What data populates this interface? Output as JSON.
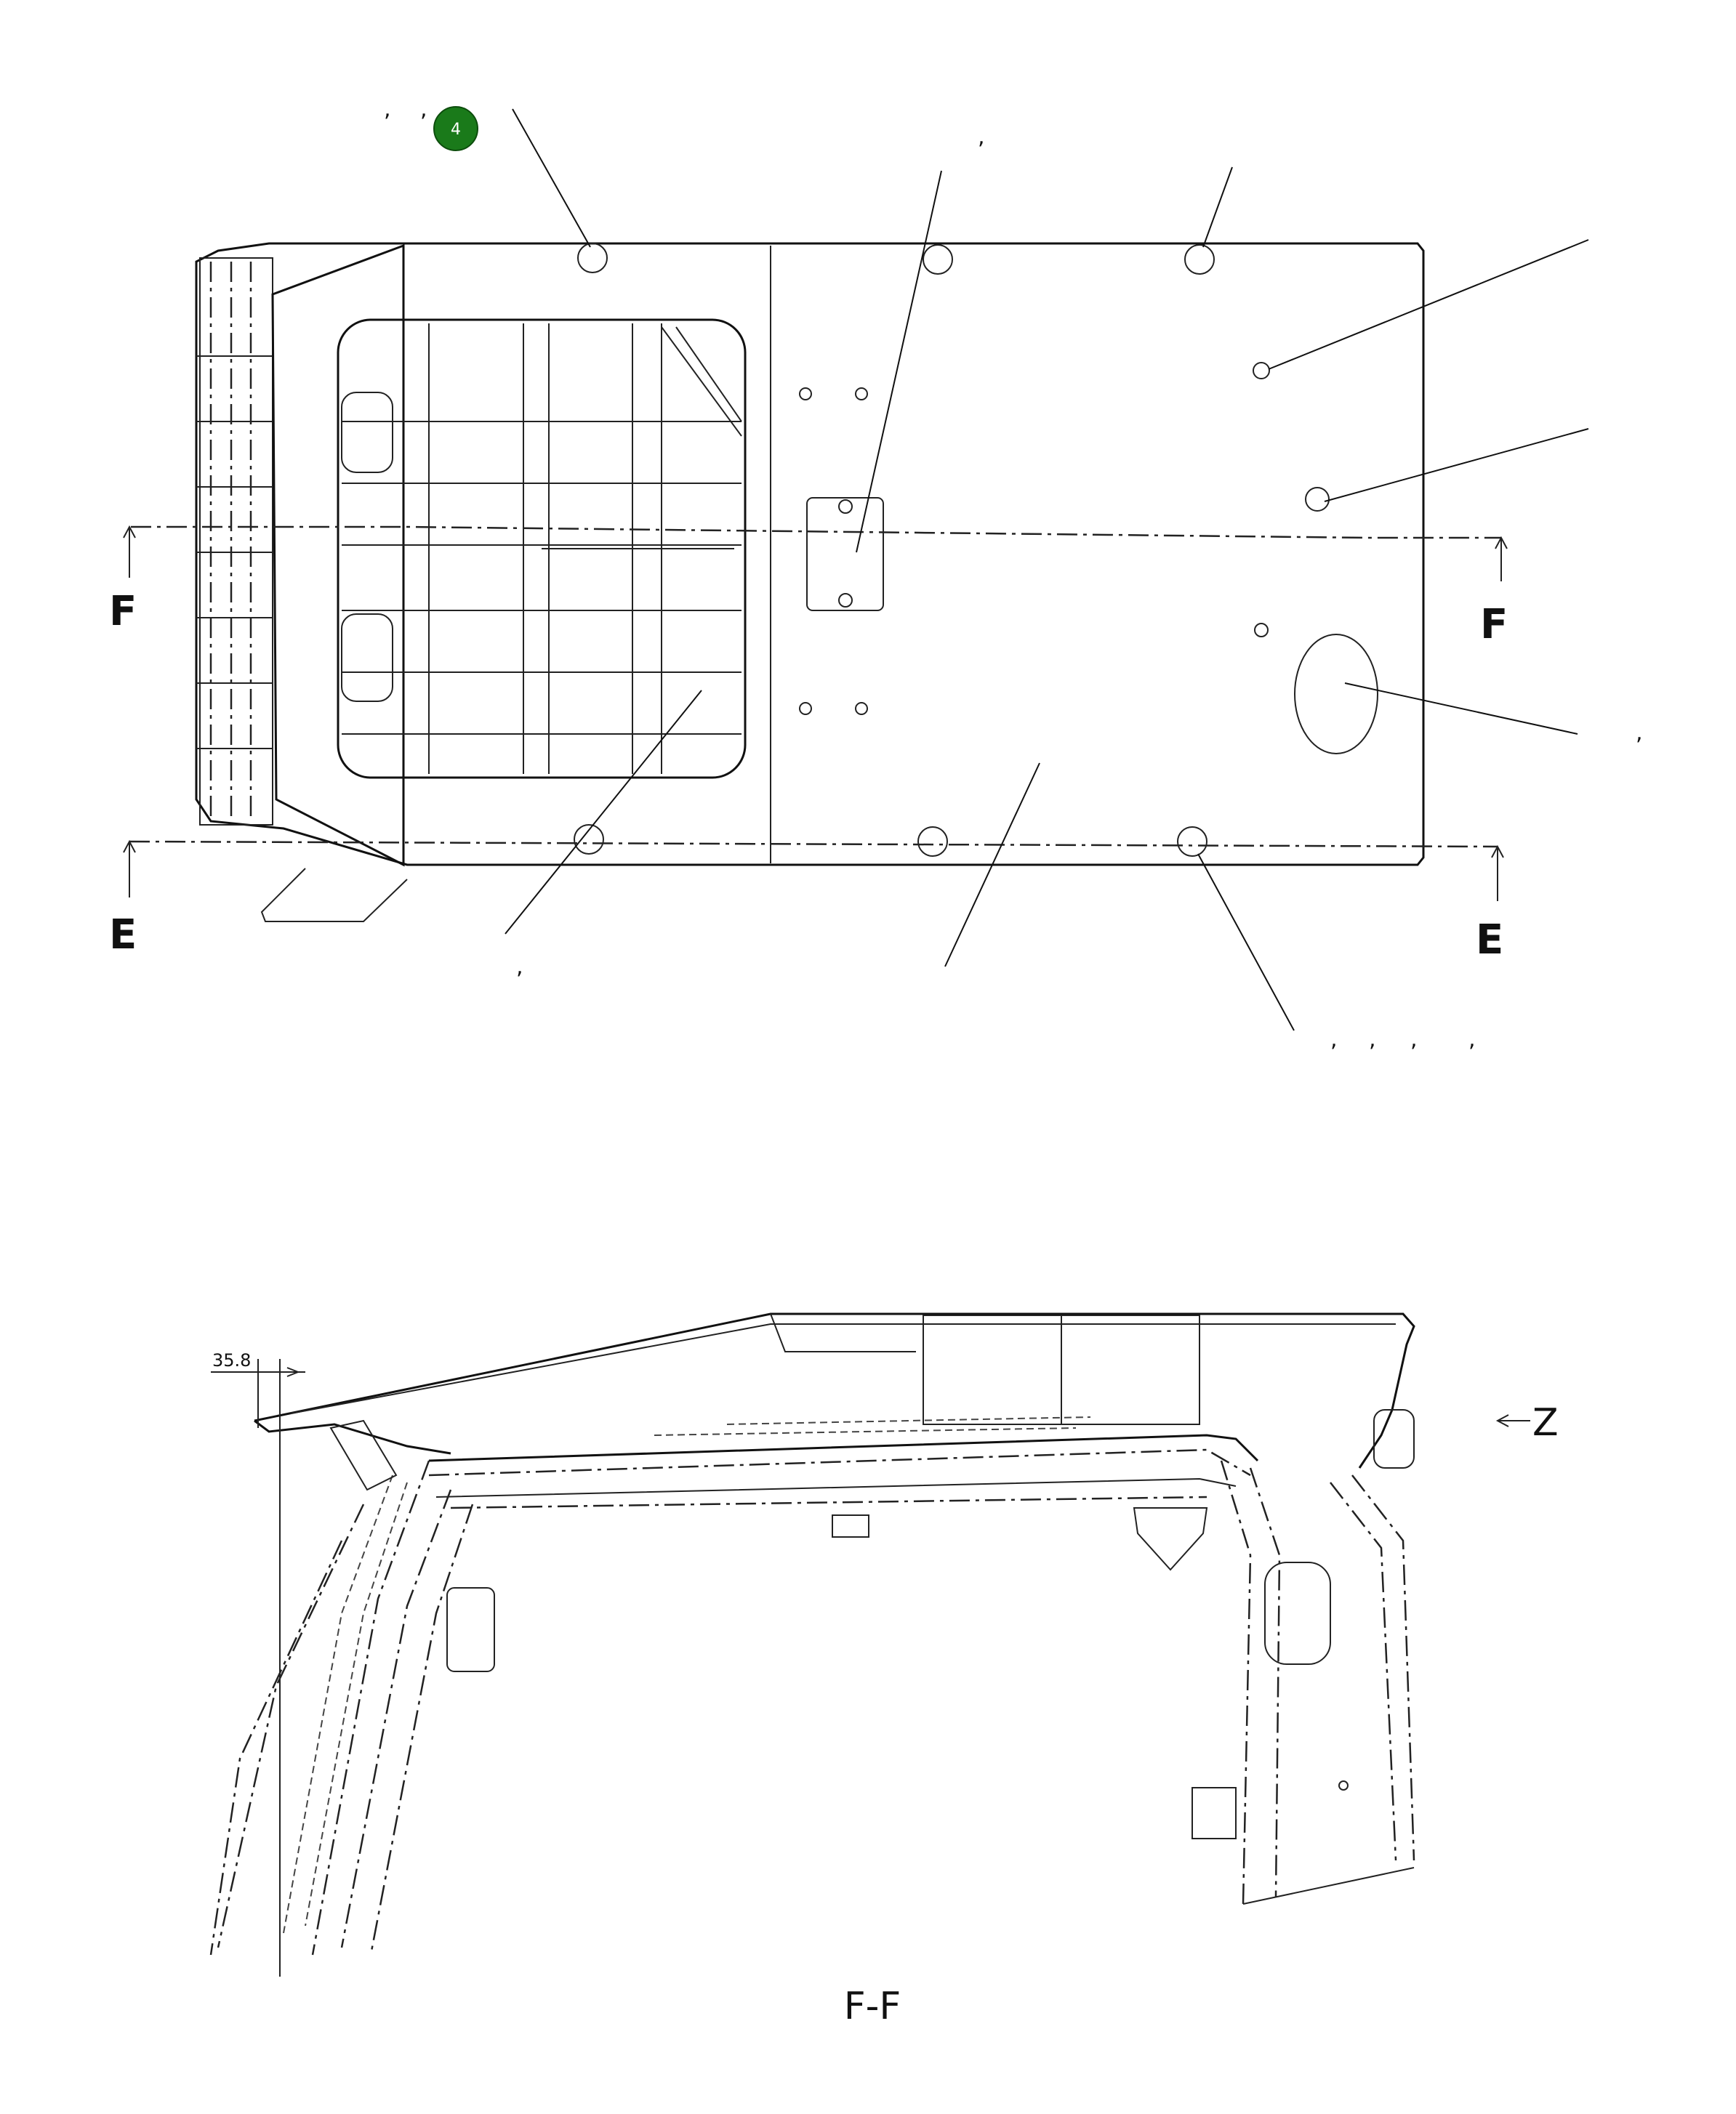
{
  "callout_badge": {
    "number": "4",
    "color": "#1a7a1a"
  },
  "section_marks": {
    "f_left": "F",
    "f_right": "F",
    "e_left": "E",
    "e_right": "E"
  },
  "view_marker": "Z",
  "dimension": "35.8",
  "section_title": "F-F",
  "comma": ","
}
